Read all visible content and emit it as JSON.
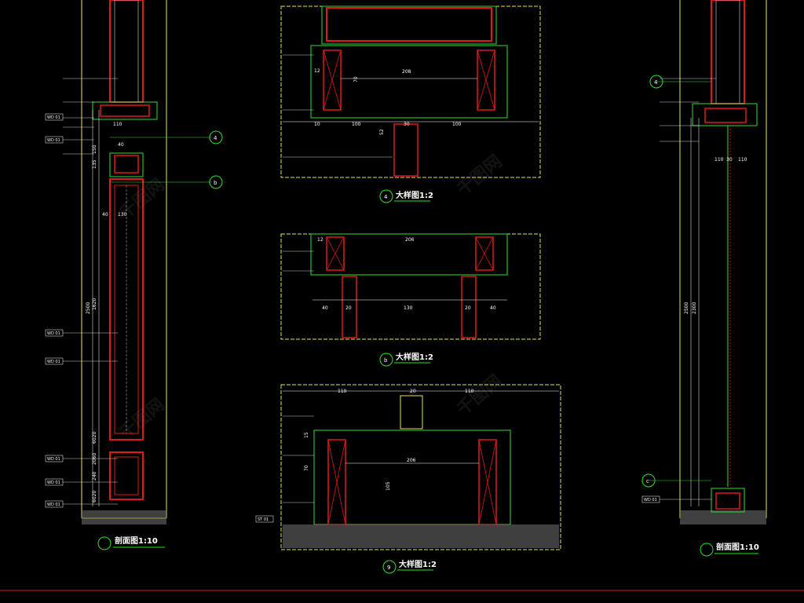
{
  "colors": {
    "background": "#000000",
    "frame": "#e6e63c",
    "red": "#e01818",
    "green": "#2ee02e",
    "white": "#ffffff",
    "cyan": "#40d8ff",
    "gray": "#9a9a9a"
  },
  "titles": {
    "detail_4": "大样图1:2",
    "detail_b": "大样图1:2",
    "detail_9": "大样图1:2",
    "section_left": "剖面图1:10",
    "section_right": "剖面图1:10"
  },
  "bubbles": {
    "top_right": "4",
    "mid_right": "b",
    "detail_4": "4",
    "detail_b": "b",
    "detail_9": "9",
    "right_top": "4",
    "right_low": "c"
  },
  "left_dims": {
    "d1": "110",
    "d2": "150",
    "d3": "40",
    "d4": "135",
    "d5": "130",
    "d6": "40",
    "d7": "1620",
    "d8": "2500",
    "d9": "6020",
    "d10": "2060",
    "d11": "240",
    "d12": "6020"
  },
  "left_labels": {
    "wd1": "WD 01",
    "wd2": "WD 01",
    "wd3": "WD 01",
    "wd4": "WD 01",
    "wd5": "WD 01",
    "wd6": "WD 01",
    "wd7": "WD 01"
  },
  "detail4_dims": {
    "a": "208",
    "b": "100",
    "c": "100",
    "d": "30",
    "e": "10",
    "f": "12",
    "g": "70",
    "h": "52"
  },
  "detailb_dims": {
    "a": "206",
    "b": "40",
    "c": "20",
    "d": "130",
    "e": "20",
    "f": "40",
    "g": "12"
  },
  "detail9_dims": {
    "a": "110",
    "b": "20",
    "c": "110",
    "d": "206",
    "e": "105",
    "f": "70",
    "g": "15"
  },
  "right_dims": {
    "a": "110",
    "b": "30",
    "c": "110",
    "d": "2500",
    "e": "2300"
  },
  "right_labels": {
    "wd1": "WD 01"
  },
  "detail9_labels": {
    "st": "ST 01"
  },
  "watermark": "千图网"
}
